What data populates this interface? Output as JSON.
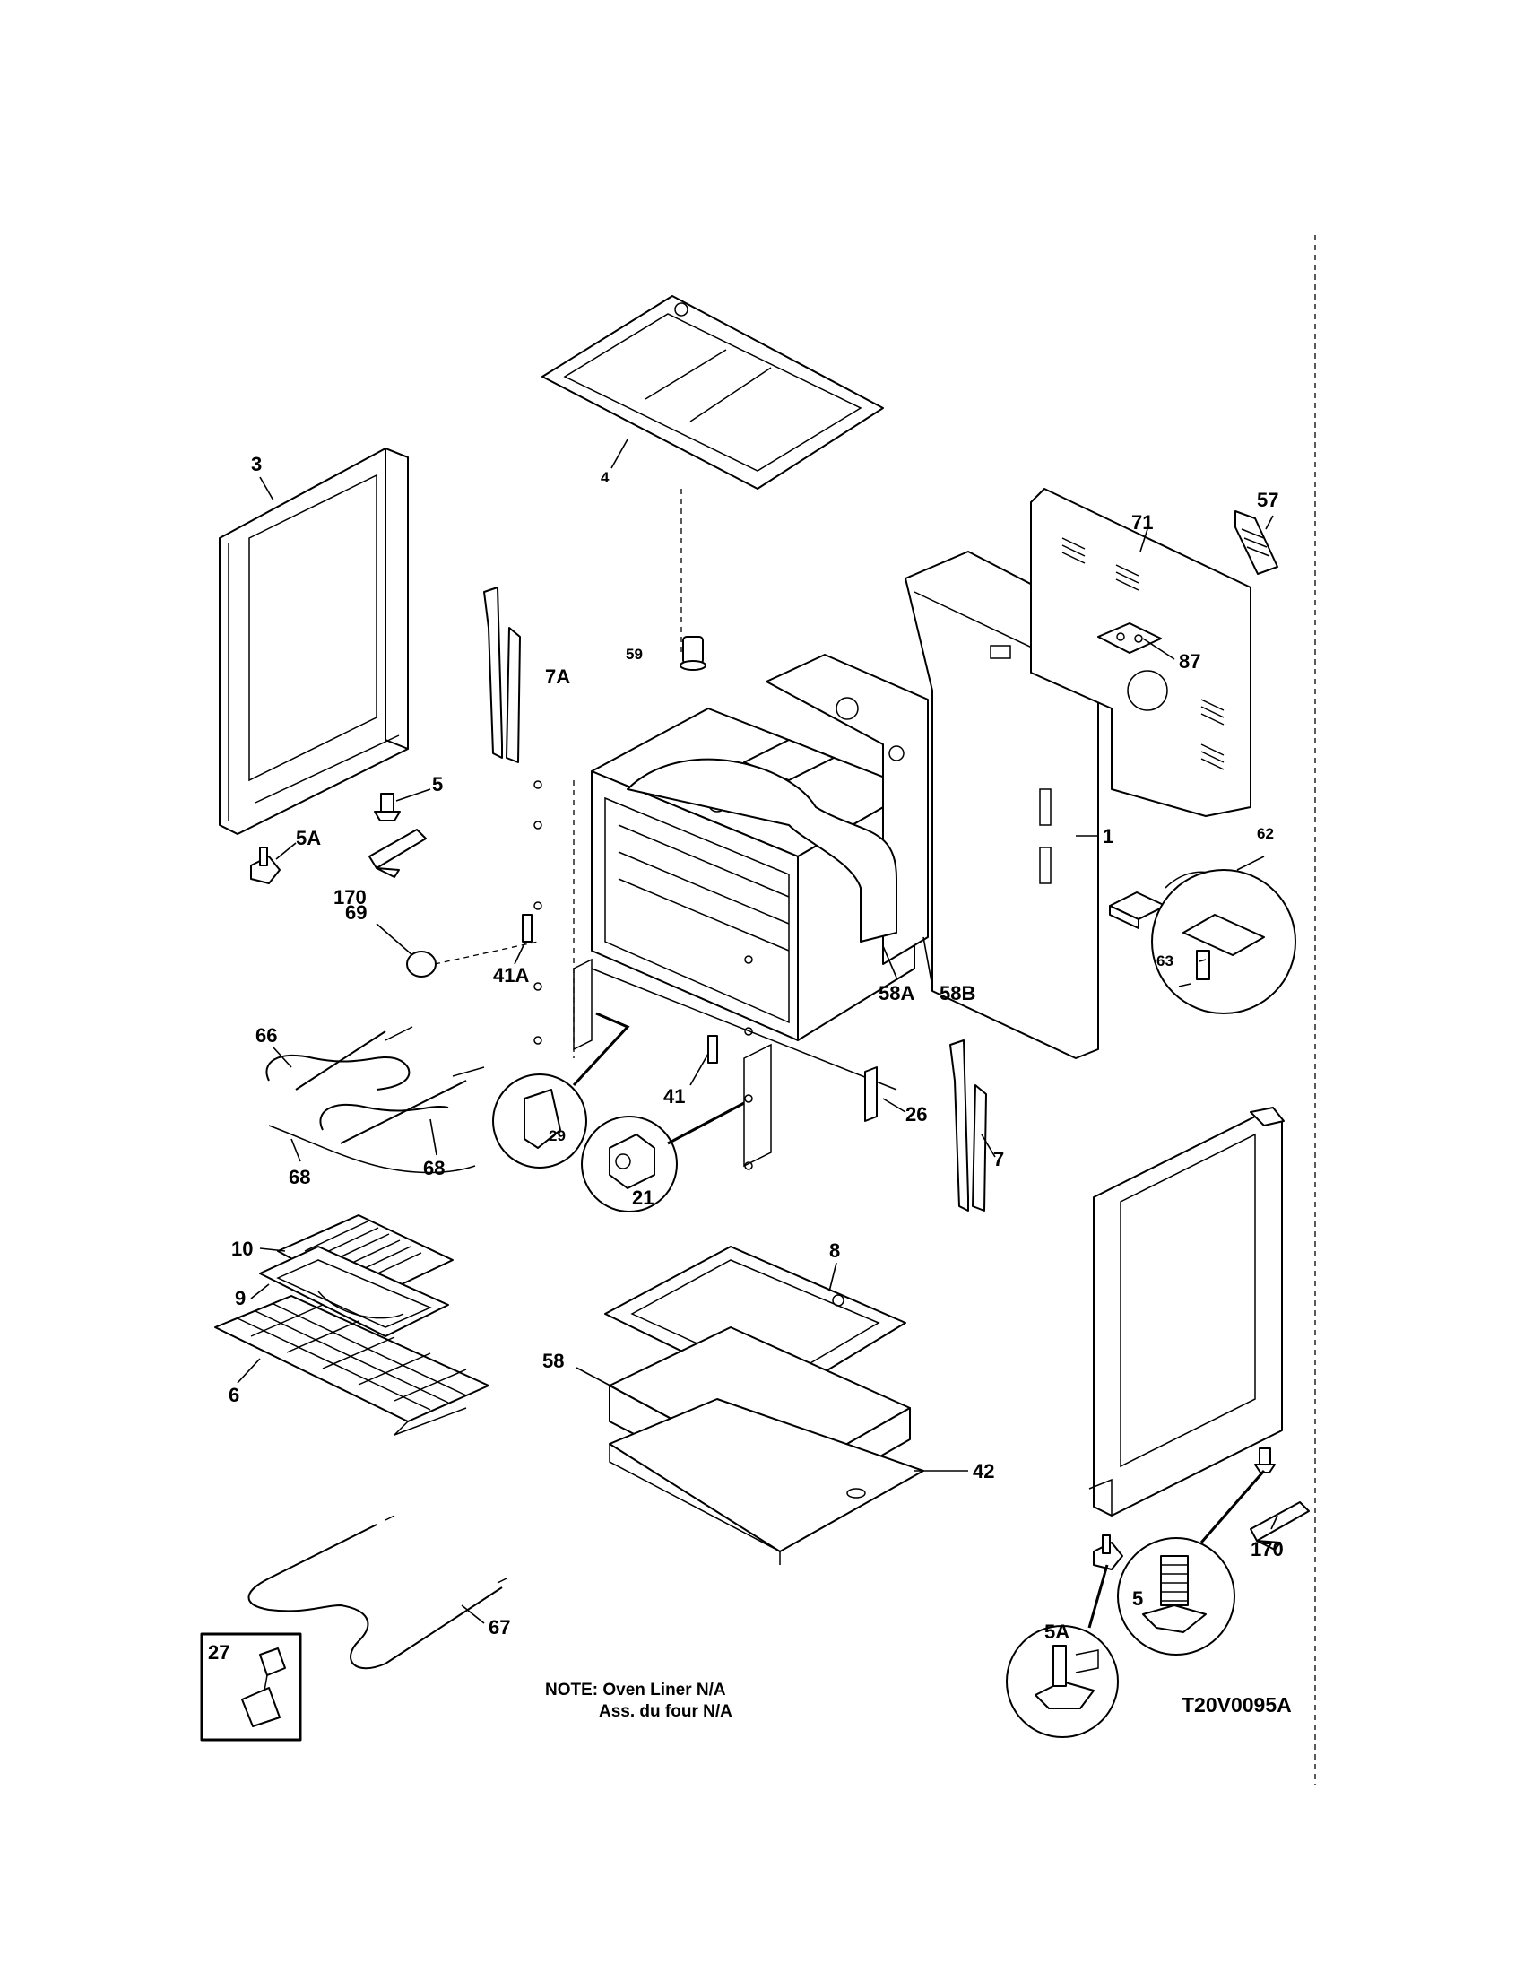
{
  "callouts": [
    {
      "id": "3",
      "text": "3"
    },
    {
      "id": "4",
      "text": "4"
    },
    {
      "id": "5",
      "text": "5"
    },
    {
      "id": "5A",
      "text": "5A"
    },
    {
      "id": "170",
      "text": "170"
    },
    {
      "id": "7A",
      "text": "7A"
    },
    {
      "id": "59",
      "text": "59"
    },
    {
      "id": "71",
      "text": "71"
    },
    {
      "id": "57",
      "text": "57"
    },
    {
      "id": "87",
      "text": "87"
    },
    {
      "id": "1",
      "text": "1"
    },
    {
      "id": "62",
      "text": "62"
    },
    {
      "id": "63",
      "text": "63"
    },
    {
      "id": "69",
      "text": "69"
    },
    {
      "id": "41A",
      "text": "41A"
    },
    {
      "id": "58A",
      "text": "58A"
    },
    {
      "id": "58B",
      "text": "58B"
    },
    {
      "id": "66",
      "text": "66"
    },
    {
      "id": "68a",
      "text": "68"
    },
    {
      "id": "68b",
      "text": "68"
    },
    {
      "id": "29",
      "text": "29"
    },
    {
      "id": "41",
      "text": "41"
    },
    {
      "id": "21",
      "text": "21"
    },
    {
      "id": "26",
      "text": "26"
    },
    {
      "id": "7",
      "text": "7"
    },
    {
      "id": "10",
      "text": "10"
    },
    {
      "id": "9",
      "text": "9"
    },
    {
      "id": "6",
      "text": "6"
    },
    {
      "id": "8",
      "text": "8"
    },
    {
      "id": "58",
      "text": "58"
    },
    {
      "id": "42",
      "text": "42"
    },
    {
      "id": "67",
      "text": "67"
    },
    {
      "id": "27",
      "text": "27"
    },
    {
      "id": "5A-detail",
      "text": "5A"
    },
    {
      "id": "5-detail",
      "text": "5"
    },
    {
      "id": "170-right",
      "text": "170"
    }
  ],
  "note": {
    "line1": "NOTE: Oven Liner N/A",
    "line2": "Ass. du four N/A"
  },
  "drawing_code": "T20V0095A"
}
